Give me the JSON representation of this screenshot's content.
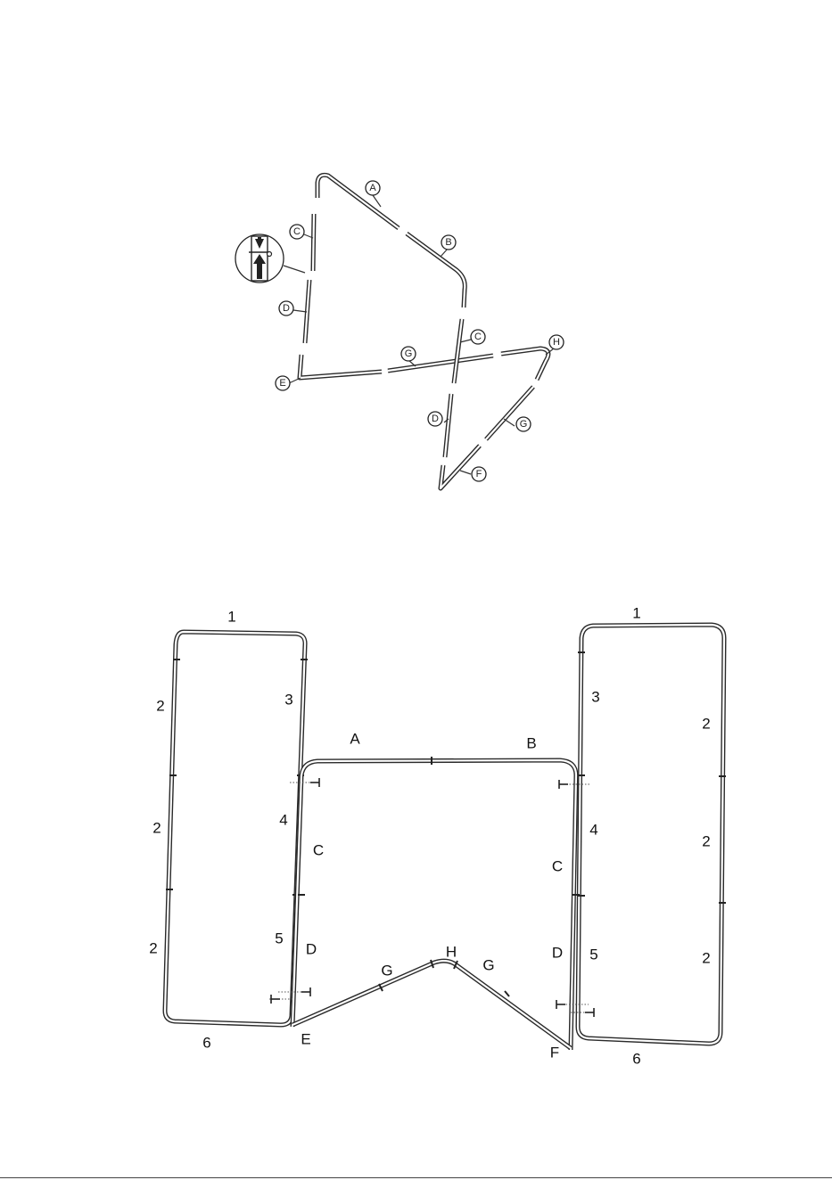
{
  "top_diagram": {
    "labels": {
      "A": "A",
      "B": "B",
      "C1": "C",
      "C2": "C",
      "D1": "D",
      "D2": "D",
      "E": "E",
      "F": "F",
      "G1": "G",
      "G2": "G",
      "H": "H"
    }
  },
  "bottom_diagram": {
    "left_frame": {
      "top": "1",
      "left1": "2",
      "left2": "2",
      "left3": "2",
      "right_top": "3",
      "right_mid": "4",
      "right_low": "5",
      "bottom": "6"
    },
    "right_frame": {
      "top": "1",
      "left_top": "3",
      "left_mid": "4",
      "left_low": "5",
      "right1": "2",
      "right2": "2",
      "right3": "2",
      "bottom": "6"
    },
    "center_frame": {
      "A": "A",
      "B": "B",
      "C_left": "C",
      "C_right": "C",
      "D_left": "D",
      "D_right": "D",
      "E": "E",
      "F": "F",
      "G_left": "G",
      "G_right": "G",
      "H": "H"
    }
  }
}
